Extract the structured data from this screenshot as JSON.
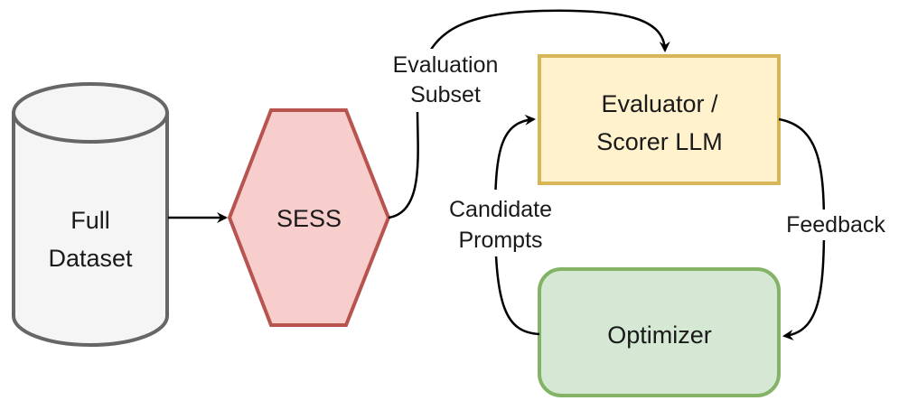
{
  "nodes": {
    "dataset": {
      "line1": "Full",
      "line2": "Dataset",
      "shape": "cylinder",
      "fill": "#f5f5f5",
      "stroke": "#666666"
    },
    "sess": {
      "label": "SESS",
      "shape": "hexagon",
      "fill": "#f8cecc",
      "stroke": "#b85450"
    },
    "evaluator": {
      "line1": "Evaluator /",
      "line2": "Scorer LLM",
      "shape": "rectangle",
      "fill": "#fff2cc",
      "stroke": "#d6b656"
    },
    "optimizer": {
      "label": "Optimizer",
      "shape": "rounded-rectangle",
      "fill": "#d5e8d4",
      "stroke": "#82b366"
    }
  },
  "edges": {
    "eval_subset": {
      "line1": "Evaluation",
      "line2": "Subset"
    },
    "candidate_prompts": {
      "line1": "Candidate",
      "line2": "Prompts"
    },
    "feedback": {
      "label": "Feedback"
    }
  }
}
